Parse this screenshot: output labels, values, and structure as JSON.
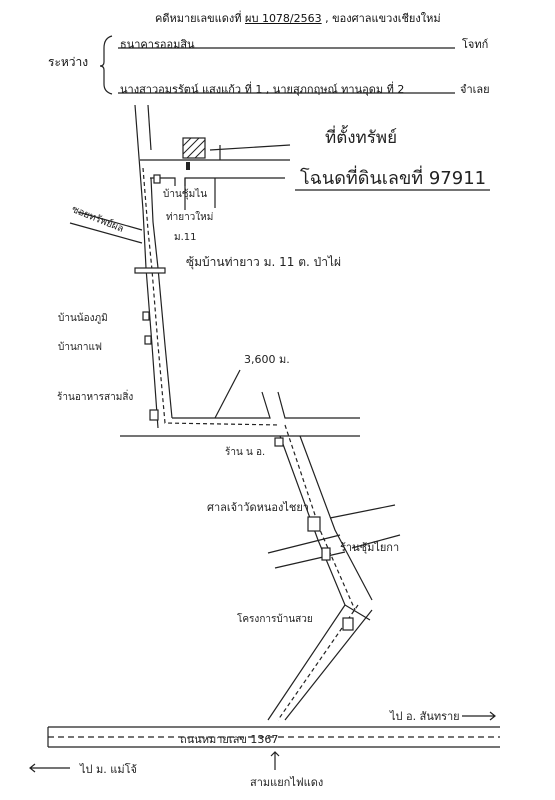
{
  "header": {
    "case_prefix": "คดีหมายเลขแดงที่",
    "case_number": "ผบ 1078/2563",
    "court_suffix": ", ของศาลแขวงเชียงใหม่",
    "between_label": "ระหว่าง",
    "plaintiff": "ธนาคารออมสิน",
    "plaintiff_role": "โจทก์",
    "defendants": "นางสาวอมรรัตน์ แสงแก้ว ที่ 1 , นายสุภกฤษณ์ ทานอุดม ที่ 2",
    "defendant_role": "จำเลย"
  },
  "map": {
    "property_label": "ที่ตั้งทรัพย์",
    "deed_label": "โฉนดที่ดินเลขที่  97911",
    "house_label_1": "บ้านชุ้มไน",
    "village_label_1": "ท่ายาวใหม่",
    "village_label_2": "ม.11",
    "soi_label": "ซอยทรัพย์ผล",
    "arch_label": "ซุ้มบ้านท่ายาว  ม. 11  ต. ป่าไผ่",
    "house_label_2": "บ้านน้องภูมิ",
    "house_label_3": "บ้านกาแฟ",
    "distance_label": "3,600 ม.",
    "restaurant_label": "ร้านอาหารสามสิ่ง",
    "shop_label": "ร้าน น อ.",
    "shrine_label": "ศาลเจ้าวัดหนองไชยา",
    "shop_label_2": "ร้านชุ้มไยกา",
    "project_label": "โครงการบ้านสวย",
    "to_sansai": "ไป   อ. สันทราย",
    "road_label": "ถนนหมายเลข   1367",
    "to_maejo": "ไป  ม. แม่โจ้",
    "junction_label": "สามแยกไฟแดง"
  }
}
